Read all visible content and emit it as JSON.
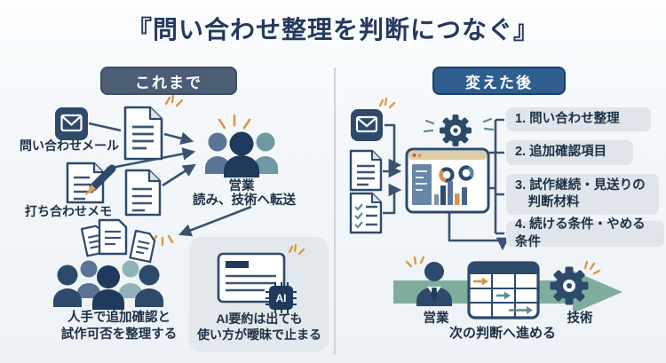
{
  "title": "『問い合わせ整理を判断につなぐ』",
  "left_panel": {
    "header": "これまで",
    "email_label": "問い合わせメール",
    "memo_label": "打ち合わせメモ",
    "sales_label": "営業",
    "sales_note": "読み、技術へ転送",
    "manual_note": "人手で追加確認と\n試作可否を整理する",
    "ai_note": "AI要約は出ても\n使い方が曖昧で止まる",
    "ai_chip_label": "AI"
  },
  "right_panel": {
    "header": "変えた後",
    "outputs": [
      {
        "label": "1. 問い合わせ整理"
      },
      {
        "label": "2. 追加確認項目"
      },
      {
        "label": "3. 試作継続・見送りの\n　判断材料"
      },
      {
        "label": "4. 続ける条件・やめる条件"
      }
    ],
    "sales_label": "営業",
    "tech_label": "技術",
    "flow_label": "次の判断へ進める"
  },
  "colors": {
    "navy": "#2d4a6b",
    "dark_navy": "#1f3a5c",
    "blue_gray": "#5a7396",
    "teal": "#6d98a4",
    "accent_orange": "#e0963f",
    "connector": "#3a5270",
    "badge_left_bg": "#4c5d76",
    "badge_right_bg": "#2d5e8e",
    "flow_arrow_band": "#7fae9e",
    "output_box_bg": "#dfe5ea",
    "gray_panel_bg": "#e3e8ec"
  }
}
